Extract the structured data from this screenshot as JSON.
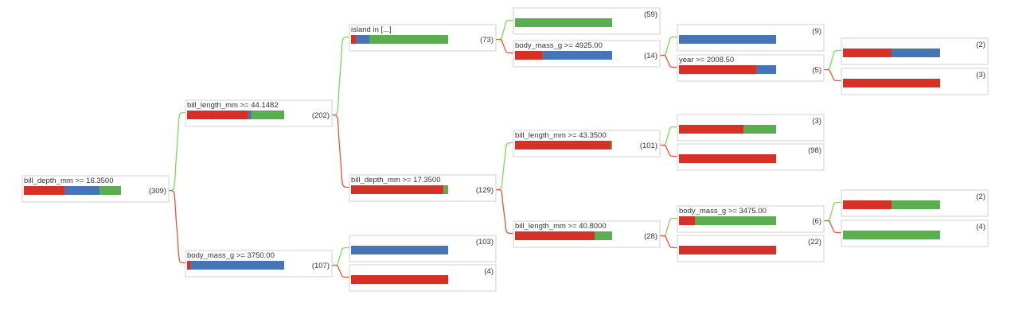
{
  "colors": {
    "class_a": "#d73027",
    "class_b": "#4575b4",
    "class_c": "#5aae4f",
    "edge_true": "#7ed957",
    "edge_false": "#e8533d"
  },
  "nodes": [
    {
      "id": "n0",
      "label": "bill_depth_mm >= 16.3500",
      "count": "(309)",
      "dist": [
        0.418,
        0.363,
        0.219
      ]
    },
    {
      "id": "n1",
      "label": "bill_length_mm >= 44.1482",
      "count": "(202)",
      "dist": [
        0.63,
        0.035,
        0.335
      ]
    },
    {
      "id": "n2",
      "label": "body_mass_g >= 3750.00",
      "count": "(107)",
      "dist": [
        0.037,
        0.963,
        0.0
      ]
    },
    {
      "id": "n3",
      "label": "island in [...]",
      "count": "(73)",
      "dist": [
        0.055,
        0.137,
        0.808
      ]
    },
    {
      "id": "n4",
      "label": "bill_depth_mm >= 17.3500",
      "count": "(129)",
      "dist": [
        0.953,
        0.0,
        0.047
      ]
    },
    {
      "id": "n5",
      "label": "",
      "count": "(103)",
      "dist": [
        0.0,
        1.0,
        0.0
      ]
    },
    {
      "id": "n6",
      "label": "",
      "count": "(4)",
      "dist": [
        1.0,
        0.0,
        0.0
      ]
    },
    {
      "id": "n7",
      "label": "",
      "count": "(59)",
      "dist": [
        0.0,
        0.0,
        1.0
      ]
    },
    {
      "id": "n8",
      "label": "body_mass_g >= 4925.00",
      "count": "(14)",
      "dist": [
        0.286,
        0.714,
        0.0
      ]
    },
    {
      "id": "n9",
      "label": "bill_length_mm >= 43.3500",
      "count": "(101)",
      "dist": [
        0.99,
        0.0,
        0.01
      ]
    },
    {
      "id": "n10",
      "label": "bill_length_mm >= 40.8000",
      "count": "(28)",
      "dist": [
        0.82,
        0.0,
        0.18
      ]
    },
    {
      "id": "n11",
      "label": "",
      "count": "(9)",
      "dist": [
        0.0,
        1.0,
        0.0
      ]
    },
    {
      "id": "n12",
      "label": "year >= 2008.50",
      "count": "(5)",
      "dist": [
        0.8,
        0.2,
        0.0
      ]
    },
    {
      "id": "n13",
      "label": "",
      "count": "(3)",
      "dist": [
        0.667,
        0.0,
        0.333
      ]
    },
    {
      "id": "n14",
      "label": "",
      "count": "(98)",
      "dist": [
        1.0,
        0.0,
        0.0
      ]
    },
    {
      "id": "n15",
      "label": "body_mass_g >= 3475.00",
      "count": "(6)",
      "dist": [
        0.167,
        0.0,
        0.833
      ]
    },
    {
      "id": "n16",
      "label": "",
      "count": "(22)",
      "dist": [
        1.0,
        0.0,
        0.0
      ]
    },
    {
      "id": "n17",
      "label": "",
      "count": "(2)",
      "dist": [
        0.5,
        0.5,
        0.0
      ]
    },
    {
      "id": "n18",
      "label": "",
      "count": "(3)",
      "dist": [
        1.0,
        0.0,
        0.0
      ]
    },
    {
      "id": "n19",
      "label": "",
      "count": "(2)",
      "dist": [
        0.5,
        0.0,
        0.5
      ]
    },
    {
      "id": "n20",
      "label": "",
      "count": "(4)",
      "dist": [
        0.0,
        0.0,
        1.0
      ]
    }
  ],
  "edges": [
    {
      "from": "n0",
      "to": "n1",
      "branch": "true"
    },
    {
      "from": "n0",
      "to": "n2",
      "branch": "false"
    },
    {
      "from": "n1",
      "to": "n3",
      "branch": "true"
    },
    {
      "from": "n1",
      "to": "n4",
      "branch": "false"
    },
    {
      "from": "n2",
      "to": "n5",
      "branch": "true"
    },
    {
      "from": "n2",
      "to": "n6",
      "branch": "false"
    },
    {
      "from": "n3",
      "to": "n7",
      "branch": "true"
    },
    {
      "from": "n3",
      "to": "n8",
      "branch": "false"
    },
    {
      "from": "n4",
      "to": "n9",
      "branch": "true"
    },
    {
      "from": "n4",
      "to": "n10",
      "branch": "false"
    },
    {
      "from": "n8",
      "to": "n11",
      "branch": "true"
    },
    {
      "from": "n8",
      "to": "n12",
      "branch": "false"
    },
    {
      "from": "n9",
      "to": "n13",
      "branch": "true"
    },
    {
      "from": "n9",
      "to": "n14",
      "branch": "false"
    },
    {
      "from": "n10",
      "to": "n15",
      "branch": "true"
    },
    {
      "from": "n10",
      "to": "n16",
      "branch": "false"
    },
    {
      "from": "n12",
      "to": "n17",
      "branch": "true"
    },
    {
      "from": "n12",
      "to": "n18",
      "branch": "false"
    },
    {
      "from": "n15",
      "to": "n19",
      "branch": "true"
    },
    {
      "from": "n15",
      "to": "n20",
      "branch": "false"
    }
  ]
}
